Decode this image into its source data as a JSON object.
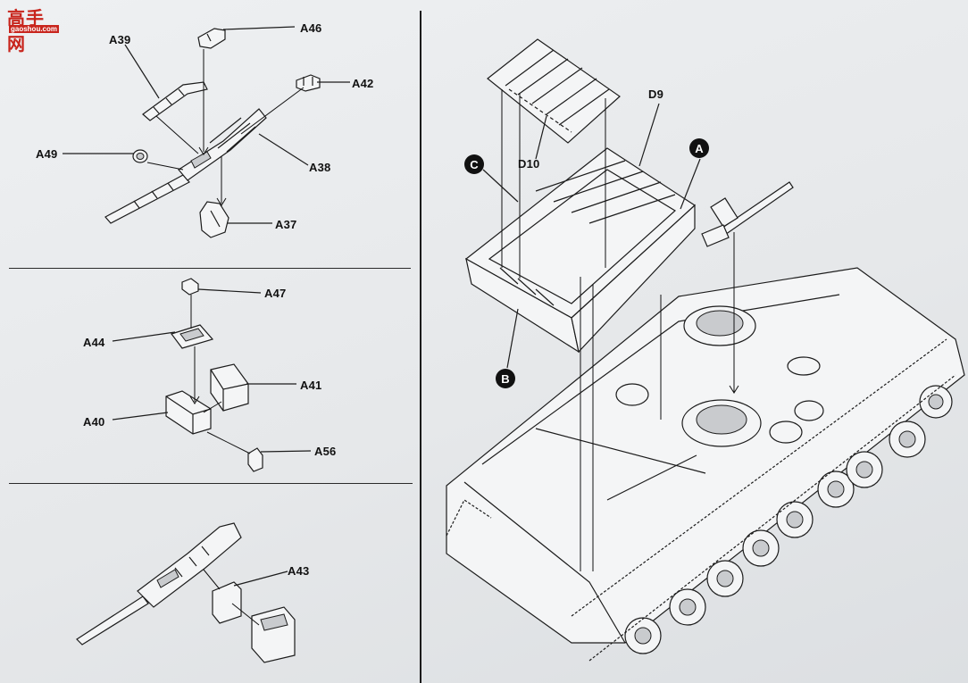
{
  "watermark": {
    "site_name": "高手网",
    "site_url": "gaoshou.com"
  },
  "panel_left_top": {
    "parts": [
      "A46",
      "A39",
      "A42",
      "A49",
      "A38",
      "A37"
    ]
  },
  "panel_left_middle": {
    "parts": [
      "A47",
      "A44",
      "A41",
      "A40",
      "A56"
    ]
  },
  "panel_left_bottom": {
    "parts": [
      "A43"
    ]
  },
  "panel_right": {
    "parts": [
      "D9",
      "D10"
    ],
    "callouts": [
      "A",
      "B",
      "C"
    ]
  }
}
